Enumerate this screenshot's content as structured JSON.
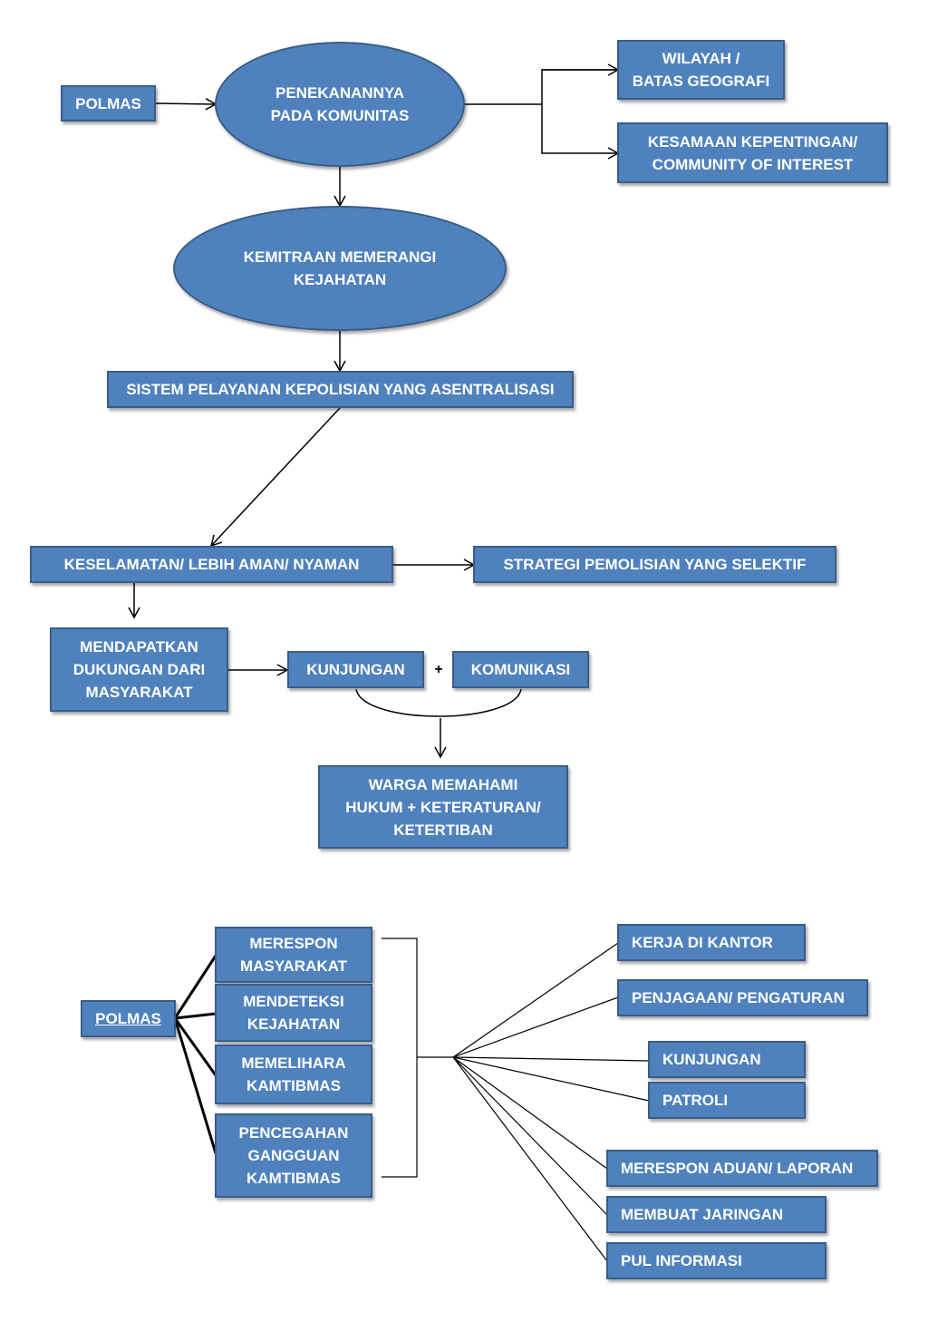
{
  "diagram1": {
    "polmas": "POLMAS",
    "penekanan": "PENEKANANNYA\nPADA KOMUNITAS",
    "wilayah": "WILAYAH /\nBATAS GEOGRAFI",
    "kesamaan": "KESAMAAN KEPENTINGAN/\nCOMMUNITY OF INTEREST",
    "kemitraan": "KEMITRAAN MEMERANGI\nKEJAHATAN",
    "sistem": "SISTEM PELAYANAN KEPOLISIAN YANG ASENTRALISASI",
    "keselamatan": "KESELAMATAN/ LEBIH AMAN/ NYAMAN",
    "strategi": "STRATEGI PEMOLISIAN YANG SELEKTIF",
    "mendapatkan": "MENDAPATKAN\nDUKUNGAN DARI\nMASYARAKAT",
    "kunjungan": "KUNJUNGAN",
    "plus": "+",
    "komunikasi": "KOMUNIKASI",
    "warga": "WARGA MEMAHAMI\nHUKUM + KETERATURAN/\nKETERTIBAN"
  },
  "diagram2": {
    "polmas": "POLMAS",
    "merespon": "MERESPON\nMASYARAKAT",
    "mendeteksi": "MENDETEKSI\nKEJAHATAN",
    "memelihara": "MEMELIHARA\nKAMTIBMAS",
    "pencegahan": "PENCEGAHAN\nGANGGUAN\nKAMTIBMAS",
    "activities": [
      "KERJA DI KANTOR",
      "PENJAGAAN/ PENGATURAN",
      "KUNJUNGAN",
      "PATROLI",
      "MERESPON ADUAN/ LAPORAN",
      "MEMBUAT JARINGAN",
      "PUL INFORMASI"
    ]
  },
  "colors": {
    "node_fill": "#4f81bd",
    "node_border": "#385d8a",
    "node_text": "#ffffff",
    "connector": "#000000"
  }
}
